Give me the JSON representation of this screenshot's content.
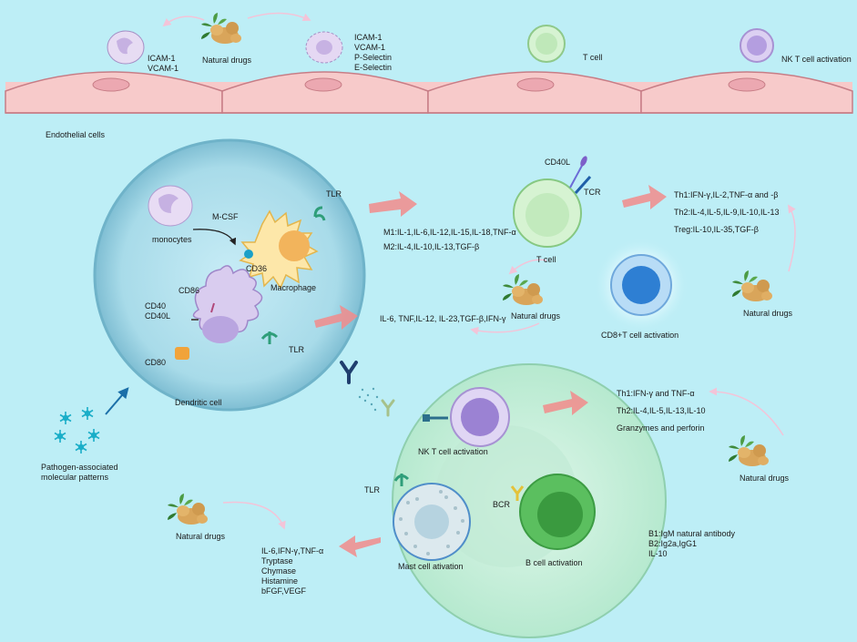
{
  "top": {
    "icam_vcam": "ICAM-1\nVCAM-1",
    "natural_drugs": "Natural drugs",
    "selectins": "ICAM-1\nVCAM-1\nP-Selectin\nE-Selectin",
    "t_cell": "T cell",
    "nkt_activation": "NK T cell activation",
    "endothelial": "Endothelial cells"
  },
  "innate": {
    "monocytes": "monocytes",
    "mcsf": "M-CSF",
    "cd36": "CD36",
    "tlr_macrophage": "TLR",
    "macrophage": "Macrophage",
    "cd86": "CD86",
    "cd40": "CD40\nCD40L",
    "cd80": "CD80",
    "tlr_dc": "TLR",
    "dendritic": "Dendritic cell",
    "pamps": "Pathogen-associated\nmolecular patterns"
  },
  "macrophage_output": {
    "m1": "M1:IL-1,IL-6,IL-12,IL-15,IL-18,TNF-α",
    "m2": "M2:IL-4,IL-10,IL-13,TGF-β",
    "natural_drugs": "Natural drugs"
  },
  "dc_output": {
    "cytokines": "IL-6, TNF,IL-12, IL-23,TGF-β,IFN-γ"
  },
  "tcell": {
    "cd40l": "CD40L",
    "tcr": "TCR",
    "label": "T cell",
    "th1": "Th1:IFN-γ,IL-2,TNF-α and -β",
    "th2": "Th2:IL-4,IL-5,IL-9,IL-10,IL-13",
    "treg": "Treg:IL-10,IL-35,TGF-β",
    "natural_drugs": "Natural drugs",
    "cd8": "CD8+T cell activation"
  },
  "nkt": {
    "label": "NK T cell activation",
    "th1": "Th1:IFN-γ and TNF-α",
    "th2": "Th2:IL-4,IL-5,IL-13,IL-10",
    "granzymes": "Granzymes and perforin",
    "natural_drugs": "Natural drugs"
  },
  "mast": {
    "tlr": "TLR",
    "label": "Mast cell ativation",
    "natural_drugs": "Natural drugs",
    "outputs": "IL-6,IFN-γ,TNF-α\nTryptase\nChymase\nHistamine\nbFGF,VEGF"
  },
  "bcell": {
    "bcr": "BCR",
    "label": "B cell activation",
    "outputs": "B1:IgM natural antibody\nB2:Ig2a,IgG1\nIL-10"
  },
  "colors": {
    "background": "#bdeef6",
    "endothelium": "#f7c9c9",
    "arrow": "#f28b8b",
    "big_cell": "#8ec4d8",
    "lower_cell": "#c9f0dc",
    "macrophage": "#fde7a9",
    "pamp": "#1aaec8"
  }
}
